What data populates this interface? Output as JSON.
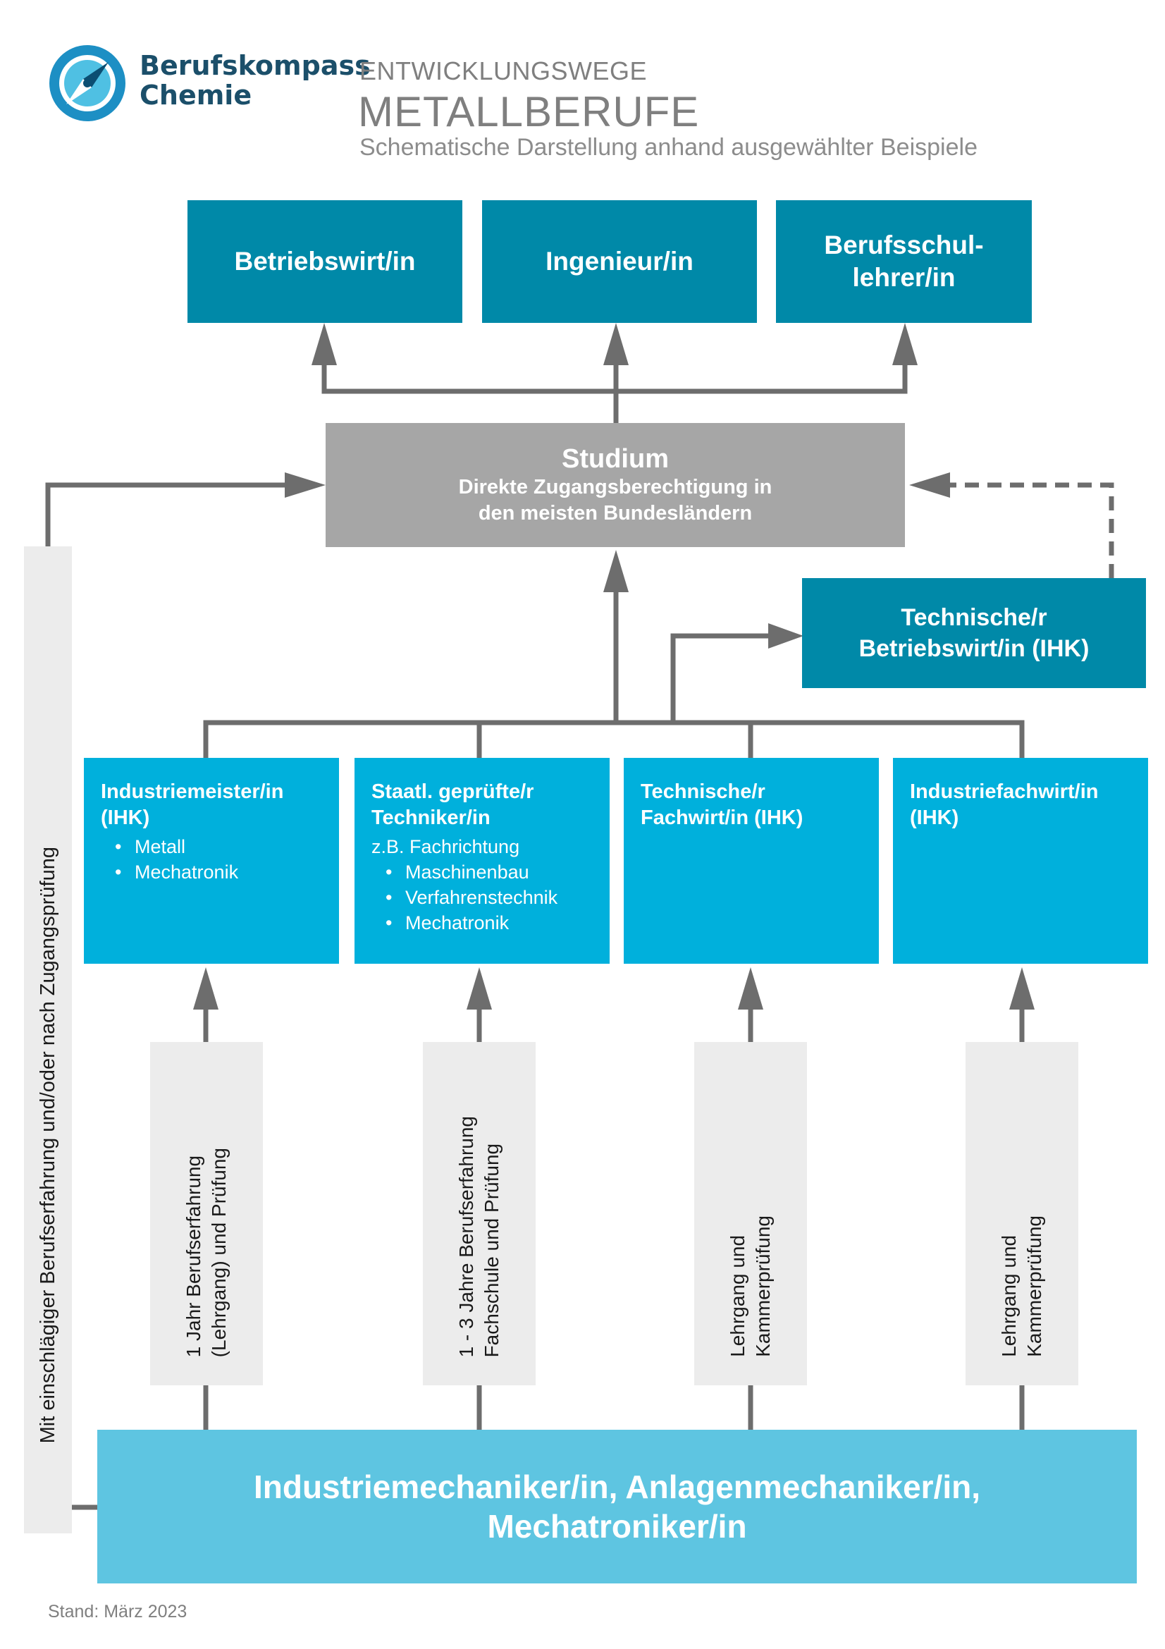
{
  "header": {
    "logo": {
      "line1": "Berufskompass",
      "line2": "Chemie",
      "icon": "compass-icon"
    },
    "overline": "ENTWICKLUNGSWEGE",
    "title": "METALLBERUFE",
    "subtitle": "Schematische Darstellung anhand ausgewählter Beispiele"
  },
  "top_boxes": [
    {
      "label": "Betriebswirt/in"
    },
    {
      "label": "Ingenieur/in"
    },
    {
      "label_line1": "Berufsschul-",
      "label_line2": "lehrer/in"
    }
  ],
  "studium": {
    "title": "Studium",
    "line1": "Direkte Zugangsberechtigung in",
    "line2": "den meisten Bundesländern"
  },
  "tech_betriebswirt": {
    "line1": "Technische/r",
    "line2": "Betriebswirt/in (IHK)"
  },
  "qualifications": [
    {
      "title_line1": "Industriemeister/in",
      "title_line2": "(IHK)",
      "note": "",
      "items": [
        "Metall",
        "Mechatronik"
      ]
    },
    {
      "title_line1": "Staatl. geprüfte/r",
      "title_line2": "Techniker/in",
      "note": "z.B. Fachrichtung",
      "items": [
        "Maschinenbau",
        "Verfahrenstechnik",
        "Mechatronik"
      ]
    },
    {
      "title_line1": "Technische/r",
      "title_line2": "Fachwirt/in (IHK)",
      "note": "",
      "items": []
    },
    {
      "title_line1": "Industriefachwirt/in",
      "title_line2": "(IHK)",
      "note": "",
      "items": []
    }
  ],
  "pathways": [
    {
      "line1": "1 Jahr Berufserfahrung",
      "line2": "(Lehrgang) und Prüfung"
    },
    {
      "line1": "1 - 3 Jahre Berufserfahrung",
      "line2": "Fachschule und Prüfung"
    },
    {
      "line1": "Lehrgang und",
      "line2": "Kammerprüfung"
    },
    {
      "line1": "Lehrgang und",
      "line2": "Kammerprüfung"
    }
  ],
  "side_label": "Mit einschlägiger Berufserfahrung und/oder nach Zugangsprüfung",
  "base": {
    "line1": "Industriemechaniker/in, Anlagenmechaniker/in,",
    "line2": "Mechatroniker/in"
  },
  "footer": "Stand: März 2023",
  "colors": {
    "dark": "#0089a8",
    "mid": "#00b0dc",
    "light": "#5ec5e1",
    "grey": "#a6a6a6",
    "pale": "#ececec",
    "connector": "#6d6d6d"
  }
}
